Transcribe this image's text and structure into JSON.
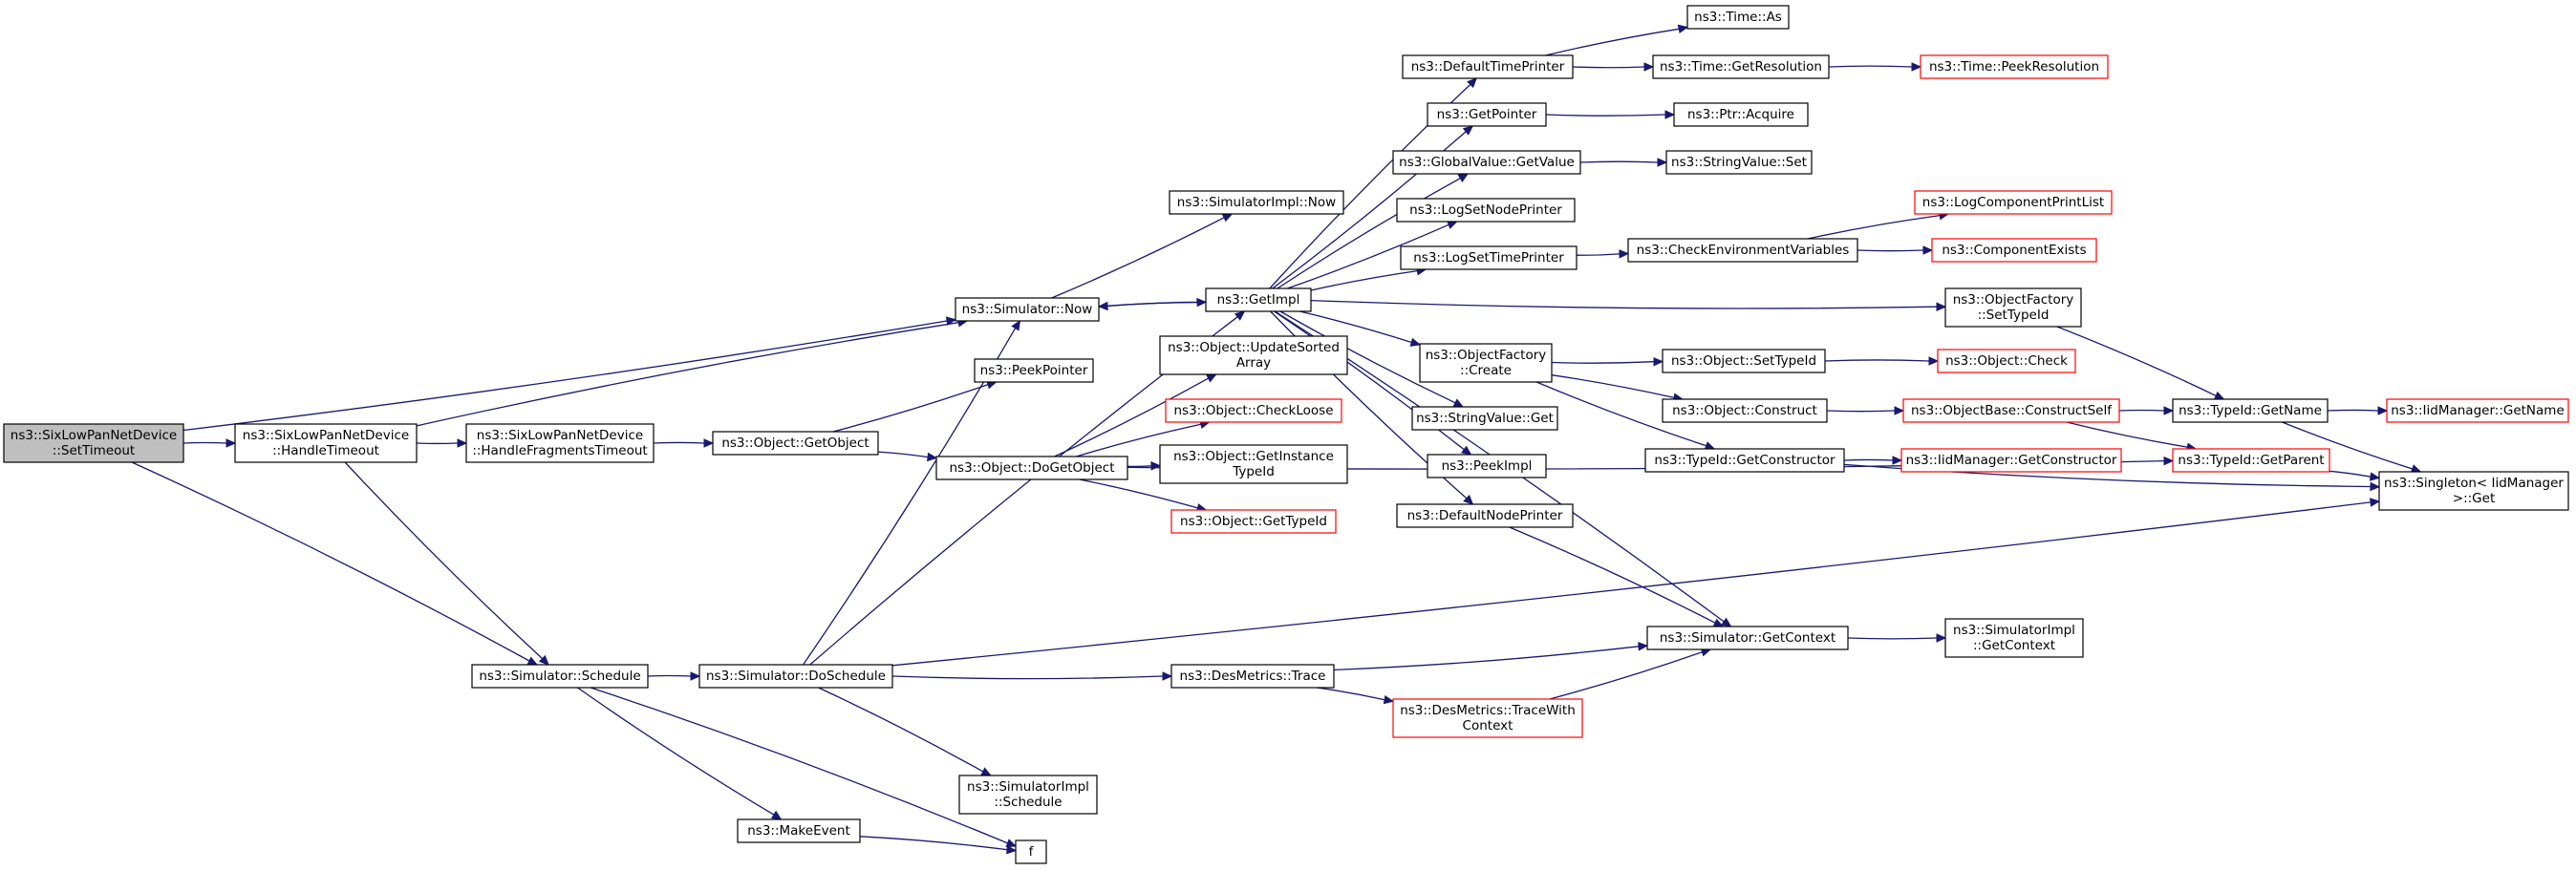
{
  "nodes": [
    {
      "id": "start",
      "lines": [
        "ns3::SixLowPanNetDevice",
        "::SetTimeout"
      ],
      "style": "start"
    },
    {
      "id": "ht",
      "lines": [
        "ns3::SixLowPanNetDevice",
        "::HandleTimeout"
      ],
      "style": "normal"
    },
    {
      "id": "hft",
      "lines": [
        "ns3::SixLowPanNetDevice",
        "::HandleFragmentsTimeout"
      ],
      "style": "normal"
    },
    {
      "id": "getobj",
      "lines": [
        "ns3::Object::GetObject"
      ],
      "style": "normal"
    },
    {
      "id": "now",
      "lines": [
        "ns3::Simulator::Now"
      ],
      "style": "normal"
    },
    {
      "id": "simimplnow",
      "lines": [
        "ns3::SimulatorImpl::Now"
      ],
      "style": "normal"
    },
    {
      "id": "peekptr",
      "lines": [
        "ns3::PeekPointer"
      ],
      "style": "normal"
    },
    {
      "id": "dogetobj",
      "lines": [
        "ns3::Object::DoGetObject"
      ],
      "style": "normal"
    },
    {
      "id": "schedule",
      "lines": [
        "ns3::Simulator::Schedule"
      ],
      "style": "normal"
    },
    {
      "id": "doschedule",
      "lines": [
        "ns3::Simulator::DoSchedule"
      ],
      "style": "normal"
    },
    {
      "id": "makeevent",
      "lines": [
        "ns3::MakeEvent"
      ],
      "style": "normal"
    },
    {
      "id": "f",
      "lines": [
        "f"
      ],
      "style": "normal"
    },
    {
      "id": "simimplsched",
      "lines": [
        "ns3::SimulatorImpl",
        "::Schedule"
      ],
      "style": "normal"
    },
    {
      "id": "getimpl",
      "lines": [
        "ns3::GetImpl"
      ],
      "style": "normal"
    },
    {
      "id": "updsorted",
      "lines": [
        "ns3::Object::UpdateSorted",
        "Array"
      ],
      "style": "normal"
    },
    {
      "id": "checkloose",
      "lines": [
        "ns3::Object::CheckLoose"
      ],
      "style": "red"
    },
    {
      "id": "getinsttid",
      "lines": [
        "ns3::Object::GetInstance",
        "TypeId"
      ],
      "style": "normal"
    },
    {
      "id": "gettypeid",
      "lines": [
        "ns3::Object::GetTypeId"
      ],
      "style": "red"
    },
    {
      "id": "destrace",
      "lines": [
        "ns3::DesMetrics::Trace"
      ],
      "style": "normal"
    },
    {
      "id": "destracectx",
      "lines": [
        "ns3::DesMetrics::TraceWith",
        "Context"
      ],
      "style": "red"
    },
    {
      "id": "deftimeprinter",
      "lines": [
        "ns3::DefaultTimePrinter"
      ],
      "style": "normal"
    },
    {
      "id": "getpointer",
      "lines": [
        "ns3::GetPointer"
      ],
      "style": "normal"
    },
    {
      "id": "gvgetvalue",
      "lines": [
        "ns3::GlobalValue::GetValue"
      ],
      "style": "normal"
    },
    {
      "id": "logsetnode",
      "lines": [
        "ns3::LogSetNodePrinter"
      ],
      "style": "normal"
    },
    {
      "id": "logsettime",
      "lines": [
        "ns3::LogSetTimePrinter"
      ],
      "style": "normal"
    },
    {
      "id": "ofcreate",
      "lines": [
        "ns3::ObjectFactory",
        "::Create"
      ],
      "style": "normal"
    },
    {
      "id": "svget",
      "lines": [
        "ns3::StringValue::Get"
      ],
      "style": "normal"
    },
    {
      "id": "peekimpl",
      "lines": [
        "ns3::PeekImpl"
      ],
      "style": "normal"
    },
    {
      "id": "defnodeprinter",
      "lines": [
        "ns3::DefaultNodePrinter"
      ],
      "style": "normal"
    },
    {
      "id": "timeas",
      "lines": [
        "ns3::Time::As"
      ],
      "style": "normal"
    },
    {
      "id": "timegetres",
      "lines": [
        "ns3::Time::GetResolution"
      ],
      "style": "normal"
    },
    {
      "id": "timepeekres",
      "lines": [
        "ns3::Time::PeekResolution"
      ],
      "style": "red"
    },
    {
      "id": "ptracquire",
      "lines": [
        "ns3::Ptr::Acquire"
      ],
      "style": "normal"
    },
    {
      "id": "svset",
      "lines": [
        "ns3::StringValue::Set"
      ],
      "style": "normal"
    },
    {
      "id": "checkenv",
      "lines": [
        "ns3::CheckEnvironmentVariables"
      ],
      "style": "normal"
    },
    {
      "id": "logcomplist",
      "lines": [
        "ns3::LogComponentPrintList"
      ],
      "style": "red"
    },
    {
      "id": "compexists",
      "lines": [
        "ns3::ComponentExists"
      ],
      "style": "red"
    },
    {
      "id": "ofsettid",
      "lines": [
        "ns3::ObjectFactory",
        "::SetTypeId"
      ],
      "style": "normal"
    },
    {
      "id": "objsettid",
      "lines": [
        "ns3::Object::SetTypeId"
      ],
      "style": "normal"
    },
    {
      "id": "objcheck",
      "lines": [
        "ns3::Object::Check"
      ],
      "style": "red"
    },
    {
      "id": "objconstruct",
      "lines": [
        "ns3::Object::Construct"
      ],
      "style": "normal"
    },
    {
      "id": "obconstructself",
      "lines": [
        "ns3::ObjectBase::ConstructSelf"
      ],
      "style": "red"
    },
    {
      "id": "tidgetctor",
      "lines": [
        "ns3::TypeId::GetConstructor"
      ],
      "style": "normal"
    },
    {
      "id": "iidgetctor",
      "lines": [
        "ns3::IidManager::GetConstructor"
      ],
      "style": "red"
    },
    {
      "id": "getcontext",
      "lines": [
        "ns3::Simulator::GetContext"
      ],
      "style": "normal"
    },
    {
      "id": "simimplgetctx",
      "lines": [
        "ns3::SimulatorImpl",
        "::GetContext"
      ],
      "style": "normal"
    },
    {
      "id": "tidgetname",
      "lines": [
        "ns3::TypeId::GetName"
      ],
      "style": "normal"
    },
    {
      "id": "tidgetparent",
      "lines": [
        "ns3::TypeId::GetParent"
      ],
      "style": "red"
    },
    {
      "id": "iidgetname",
      "lines": [
        "ns3::IidManager::GetName"
      ],
      "style": "red"
    },
    {
      "id": "singletonget",
      "lines": [
        "ns3::Singleton< IidManager",
        " >::Get"
      ],
      "style": "normal"
    }
  ],
  "edges": [
    [
      "start",
      "ht"
    ],
    [
      "start",
      "now"
    ],
    [
      "start",
      "schedule"
    ],
    [
      "ht",
      "hft"
    ],
    [
      "ht",
      "now"
    ],
    [
      "ht",
      "schedule"
    ],
    [
      "hft",
      "getobj"
    ],
    [
      "getobj",
      "peekptr"
    ],
    [
      "getobj",
      "dogetobj"
    ],
    [
      "now",
      "simimplnow"
    ],
    [
      "now",
      "getimpl"
    ],
    [
      "dogetobj",
      "updsorted"
    ],
    [
      "dogetobj",
      "checkloose"
    ],
    [
      "dogetobj",
      "getinsttid"
    ],
    [
      "dogetobj",
      "gettypeid"
    ],
    [
      "dogetobj",
      "tidgetparent"
    ],
    [
      "schedule",
      "doschedule"
    ],
    [
      "schedule",
      "makeevent"
    ],
    [
      "schedule",
      "f"
    ],
    [
      "doschedule",
      "now"
    ],
    [
      "doschedule",
      "getimpl"
    ],
    [
      "doschedule",
      "destrace"
    ],
    [
      "doschedule",
      "simimplsched"
    ],
    [
      "doschedule",
      "singletonget"
    ],
    [
      "makeevent",
      "f"
    ],
    [
      "getimpl",
      "now"
    ],
    [
      "getimpl",
      "deftimeprinter"
    ],
    [
      "getimpl",
      "getpointer"
    ],
    [
      "getimpl",
      "gvgetvalue"
    ],
    [
      "getimpl",
      "logsetnode"
    ],
    [
      "getimpl",
      "logsettime"
    ],
    [
      "getimpl",
      "ofsettid"
    ],
    [
      "getimpl",
      "ofcreate"
    ],
    [
      "getimpl",
      "svget"
    ],
    [
      "getimpl",
      "peekimpl"
    ],
    [
      "getimpl",
      "defnodeprinter"
    ],
    [
      "getimpl",
      "getcontext"
    ],
    [
      "destrace",
      "getcontext"
    ],
    [
      "destrace",
      "destracectx"
    ],
    [
      "destracectx",
      "getcontext"
    ],
    [
      "deftimeprinter",
      "timeas"
    ],
    [
      "deftimeprinter",
      "timegetres"
    ],
    [
      "timegetres",
      "timepeekres"
    ],
    [
      "getpointer",
      "ptracquire"
    ],
    [
      "gvgetvalue",
      "svset"
    ],
    [
      "logsettime",
      "checkenv"
    ],
    [
      "checkenv",
      "logcomplist"
    ],
    [
      "checkenv",
      "compexists"
    ],
    [
      "ofsettid",
      "tidgetname"
    ],
    [
      "ofcreate",
      "objsettid"
    ],
    [
      "ofcreate",
      "objconstruct"
    ],
    [
      "ofcreate",
      "tidgetctor"
    ],
    [
      "objsettid",
      "objcheck"
    ],
    [
      "objconstruct",
      "obconstructself"
    ],
    [
      "obconstructself",
      "tidgetname"
    ],
    [
      "obconstructself",
      "tidgetparent"
    ],
    [
      "tidgetctor",
      "iidgetctor"
    ],
    [
      "tidgetctor",
      "singletonget"
    ],
    [
      "defnodeprinter",
      "getcontext"
    ],
    [
      "getcontext",
      "simimplgetctx"
    ],
    [
      "tidgetname",
      "iidgetname"
    ],
    [
      "tidgetname",
      "singletonget"
    ],
    [
      "tidgetparent",
      "singletonget"
    ]
  ]
}
